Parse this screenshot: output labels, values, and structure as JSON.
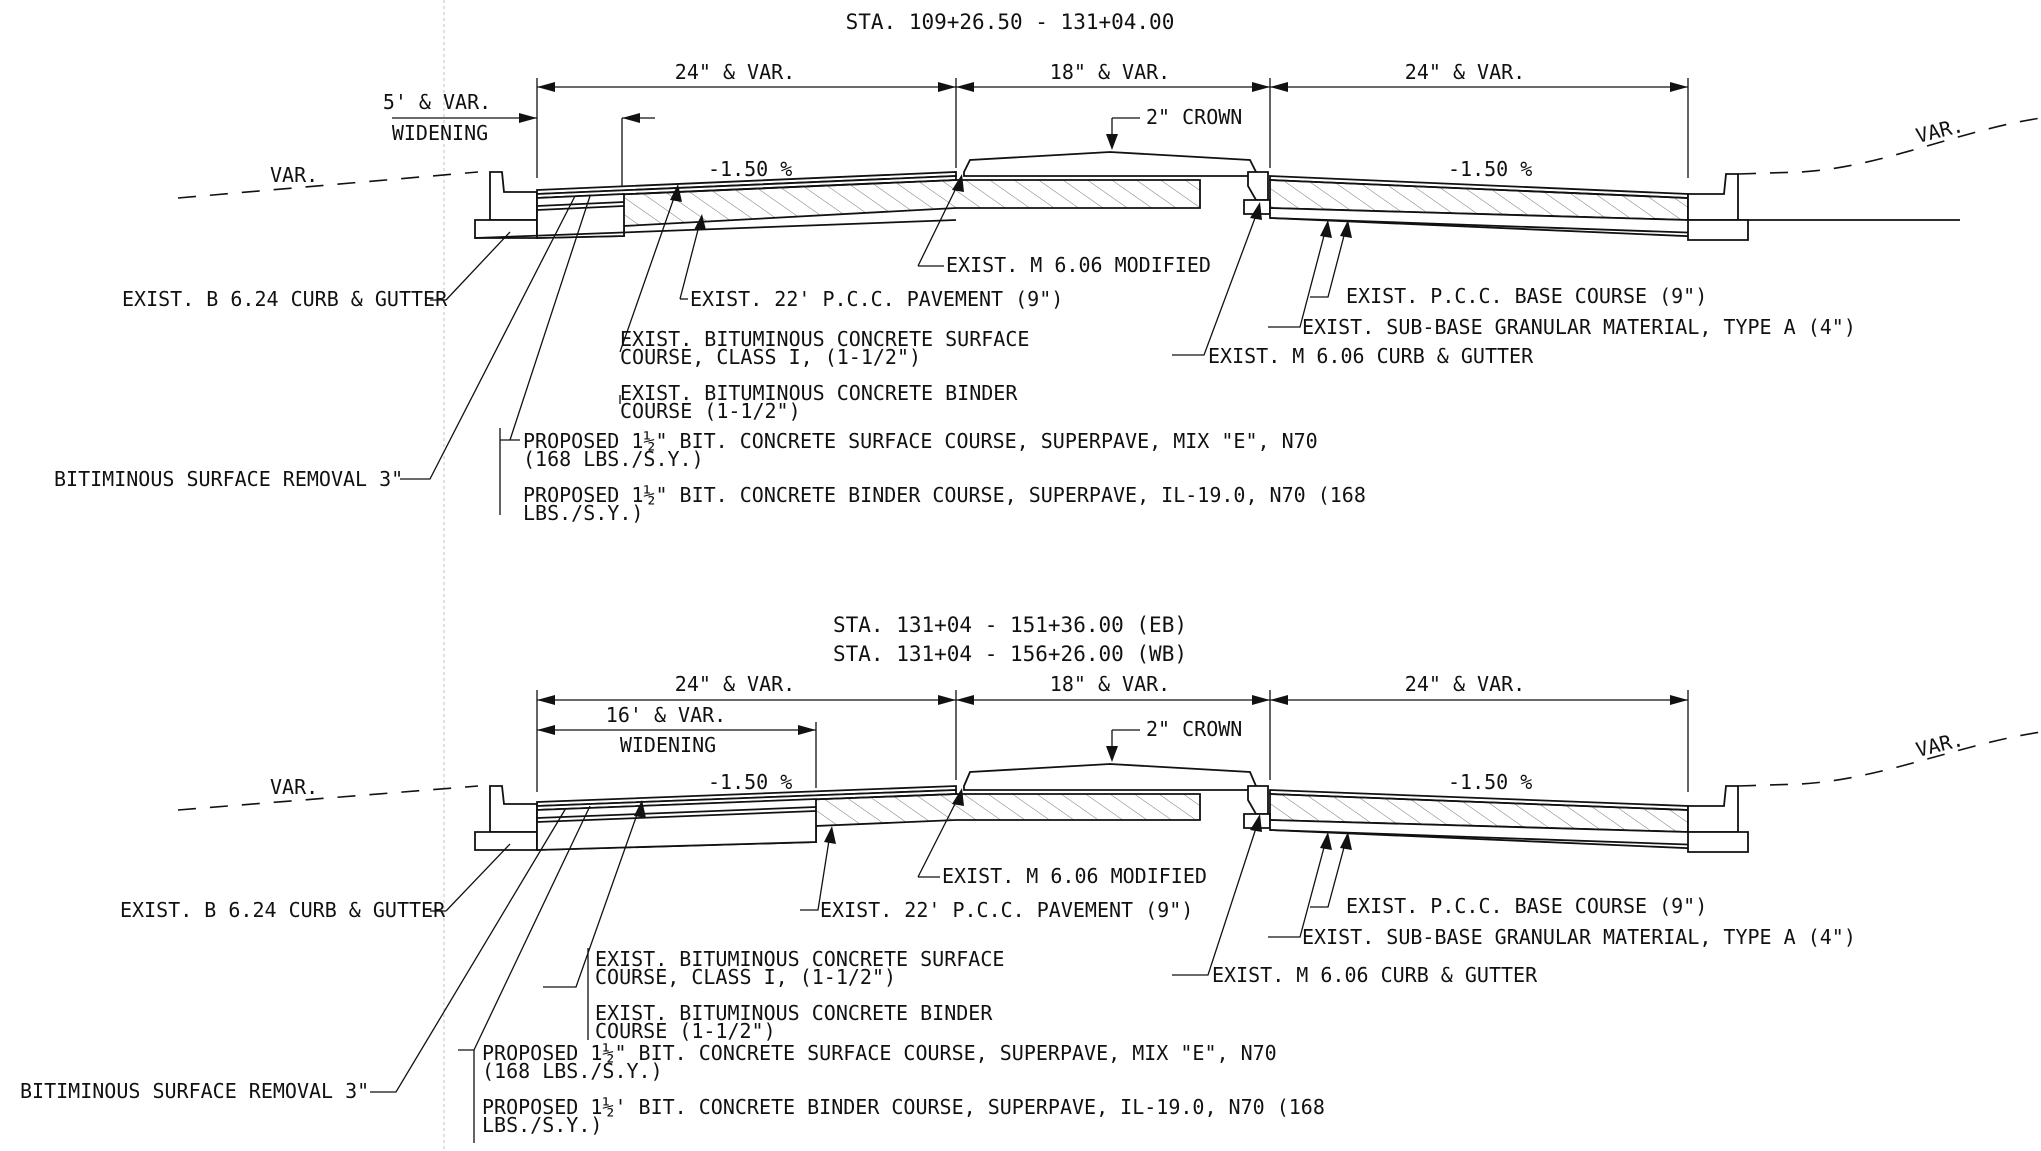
{
  "sections": [
    {
      "id": "upper",
      "title_lines": [
        "STA. 109+26.50 - 131+04.00"
      ],
      "dims": {
        "left_width": "24\" & VAR.",
        "median": "18\" & VAR.",
        "right_width": "24\" & VAR.",
        "widening_width": "5' & VAR.",
        "widening": "WIDENING"
      },
      "crown": "2\" CROWN",
      "slope_left": "-1.50 %",
      "slope_right": "-1.50 %",
      "var_left": "VAR.",
      "var_right": "VAR.",
      "labels": {
        "curb_gutter_b": "EXIST. B 6.24 CURB & GUTTER",
        "pcc_pavement": "EXIST. 22' P.C.C. PAVEMENT (9\")",
        "m606_modified": "EXIST. M 6.06 MODIFIED",
        "surface_course_1": "EXIST. BITUMINOUS CONCRETE SURFACE",
        "surface_course_2": "COURSE, CLASS I, (1-1/2\")",
        "binder_course_1": "EXIST. BITUMINOUS CONCRETE BINDER",
        "binder_course_2": "COURSE (1-1/2\")",
        "proposed_surface_1": "PROPOSED 1½\" BIT. CONCRETE SURFACE COURSE, SUPERPAVE, MIX \"E\", N70",
        "proposed_surface_2": "(168 LBS./S.Y.)",
        "proposed_binder_1": "PROPOSED 1½\" BIT. CONCRETE BINDER COURSE, SUPERPAVE, IL-19.0, N70 (168",
        "proposed_binder_2": "LBS./S.Y.)",
        "removal": "BITIMINOUS SURFACE REMOVAL 3\"",
        "pcc_base": "EXIST. P.C.C. BASE COURSE (9\")",
        "subbase": "EXIST. SUB-BASE GRANULAR MATERIAL, TYPE A (4\")",
        "m606_curb": "EXIST. M 6.06 CURB & GUTTER"
      }
    },
    {
      "id": "lower",
      "title_lines": [
        "STA. 131+04 - 151+36.00 (EB)",
        "STA. 131+04 - 156+26.00 (WB)"
      ],
      "dims": {
        "left_width": "24\" & VAR.",
        "median": "18\" & VAR.",
        "right_width": "24\" & VAR.",
        "widening_width": "16' & VAR.",
        "widening": "WIDENING"
      },
      "crown": "2\" CROWN",
      "slope_left": "-1.50 %",
      "slope_right": "-1.50 %",
      "var_left": "VAR.",
      "var_right": "VAR.",
      "labels": {
        "curb_gutter_b": "EXIST. B 6.24 CURB & GUTTER",
        "pcc_pavement": "EXIST. 22' P.C.C. PAVEMENT (9\")",
        "m606_modified": "EXIST. M 6.06 MODIFIED",
        "surface_course_1": "EXIST. BITUMINOUS CONCRETE SURFACE",
        "surface_course_2": "COURSE, CLASS I, (1-1/2\")",
        "binder_course_1": "EXIST. BITUMINOUS CONCRETE BINDER",
        "binder_course_2": "COURSE (1-1/2\")",
        "proposed_surface_1": "PROPOSED 1½\" BIT. CONCRETE SURFACE COURSE, SUPERPAVE, MIX \"E\", N70",
        "proposed_surface_2": "(168 LBS./S.Y.)",
        "proposed_binder_1": "PROPOSED 1½' BIT. CONCRETE BINDER COURSE, SUPERPAVE, IL-19.0, N70 (168",
        "proposed_binder_2": "LBS./S.Y.)",
        "removal": "BITIMINOUS SURFACE REMOVAL 3\"",
        "pcc_base": "EXIST. P.C.C. BASE COURSE (9\")",
        "subbase": "EXIST. SUB-BASE GRANULAR MATERIAL, TYPE A (4\")",
        "m606_curb": "EXIST. M 6.06 CURB & GUTTER"
      }
    }
  ]
}
